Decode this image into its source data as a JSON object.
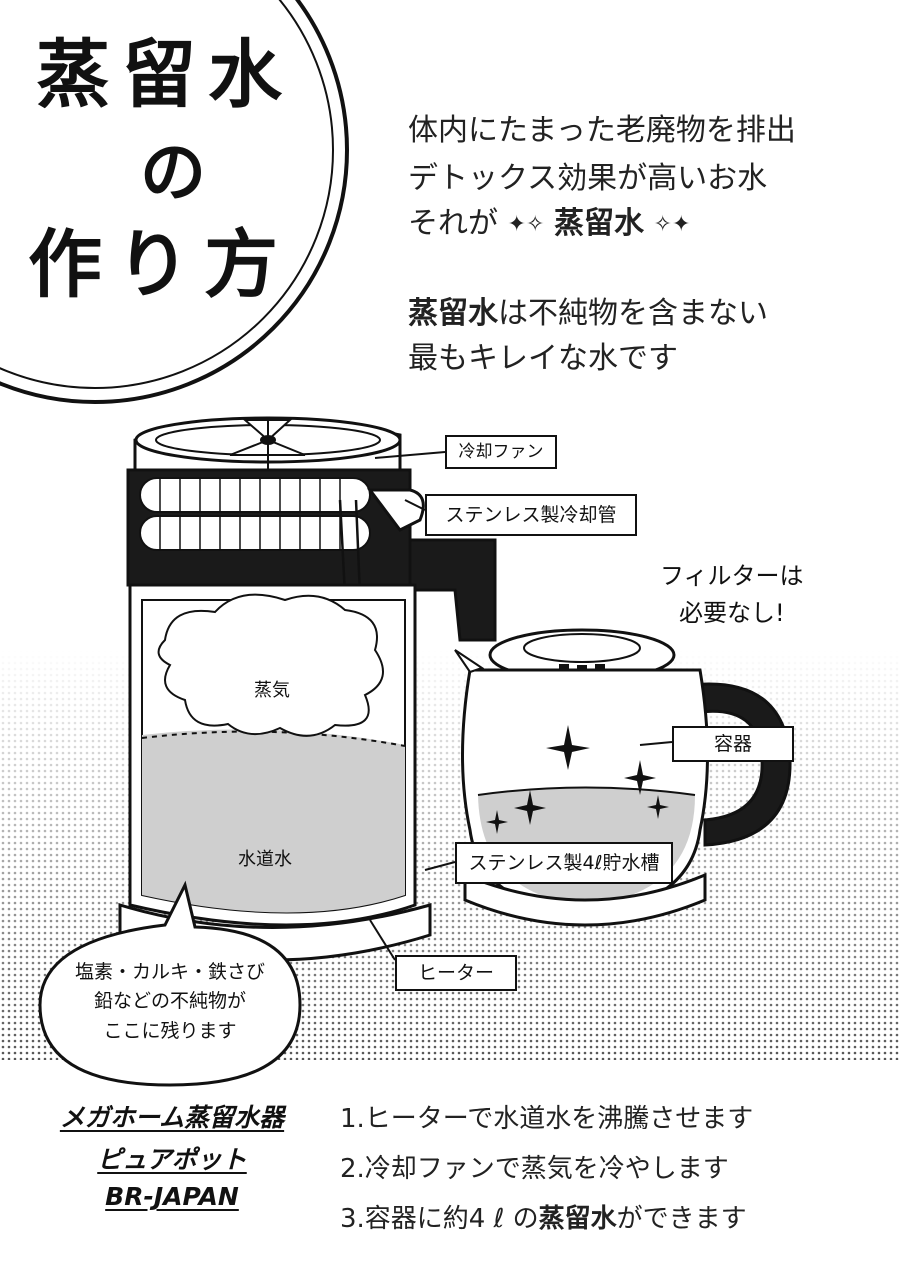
{
  "title": {
    "line1": "蒸留水",
    "line2": "の",
    "line3": "作り方"
  },
  "intro": {
    "line1": "体内にたまった老廃物を排出",
    "line2": "デトックス効果が高いお水",
    "line3_prefix": "それが",
    "line3_emph": "蒸留水",
    "line4_emph": "蒸留水",
    "line4_rest": "は不純物を含まない",
    "line5": "最もキレイな水です"
  },
  "labels": {
    "fan": "冷却ファン",
    "coil": "ステンレス製冷却管",
    "steam": "蒸気",
    "tap_water": "水道水",
    "container": "容器",
    "tank": "ステンレス製4ℓ貯水槽",
    "heater": "ヒーター"
  },
  "filter_note": {
    "line1": "フィルターは",
    "line2": "必要なし!"
  },
  "bubble": {
    "line1": "塩素・カルキ・鉄さび",
    "line2": "鉛などの不純物が",
    "line3": "ここに残ります"
  },
  "brand": {
    "line1": "メガホーム蒸留水器",
    "line2": "ピュアポット",
    "line3": "BR-JAPAN"
  },
  "steps": {
    "step1": "1.ヒーターで水道水を沸騰させます",
    "step2": "2.冷却ファンで蒸気を冷やします",
    "step3_prefix": "3.容器に約4 ℓ の",
    "step3_emph": "蒸留水",
    "step3_suffix": "ができます"
  },
  "icons": {
    "sparkle": "sparkle-icon"
  },
  "colors": {
    "ink": "#111111",
    "water_fill": "#cfcfcf",
    "screentone": "#bdbdbd"
  }
}
